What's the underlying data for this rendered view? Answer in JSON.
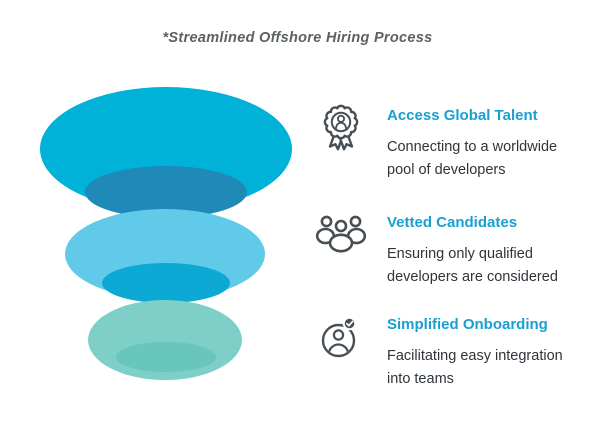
{
  "title": "*Streamlined Offshore Hiring Process",
  "colors": {
    "background": "#ffffff",
    "title_text": "#5c6164",
    "heading_text": "#18a0d3",
    "body_text": "#2e353b",
    "icon_stroke": "#474f54"
  },
  "funnel": {
    "stages": [
      {
        "name": "top",
        "fill": "#00b1d8",
        "inner_fill": "#1f89b7"
      },
      {
        "name": "middle",
        "fill": "#61cae8",
        "inner_fill": "#0ba9d3"
      },
      {
        "name": "bottom",
        "fill": "#7ecfc8",
        "inner_fill": "#69c6bf"
      }
    ]
  },
  "items": [
    {
      "icon": "award-ribbon-person-icon",
      "heading": "Access Global Talent",
      "description_lines": [
        "Connecting to a worldwide",
        "pool of developers"
      ]
    },
    {
      "icon": "people-group-icon",
      "heading": "Vetted Candidates",
      "description_lines": [
        "Ensuring only qualified",
        "developers are considered"
      ]
    },
    {
      "icon": "person-check-badge-icon",
      "heading": "Simplified Onboarding",
      "description_lines": [
        "Facilitating easy integration",
        "into teams"
      ]
    }
  ]
}
